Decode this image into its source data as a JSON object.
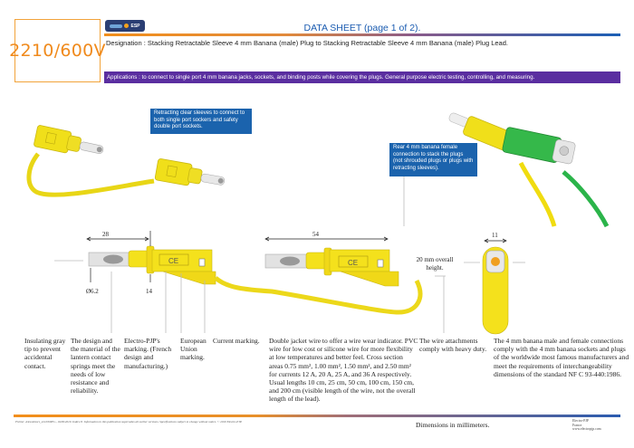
{
  "header": {
    "model": "2210/600V",
    "logo_text": "ESP",
    "title": "DATA SHEET (page 1 of 2).",
    "designation": "Designation : Stacking Retractable Sleeve 4 mm Banana (male) Plug to Stacking Retractable Sleeve 4 mm Banana (male) Plug Lead.",
    "applications": "Applications : to connect to single port 4 mm banana jacks, sockets, and binding posts while covering the plugs. General purpose electric testing, controlling, and measuring."
  },
  "callouts": [
    "Retracting clear sleeves to connect to both single port sockers and safety double port sockets.",
    "Rear 4 mm banana female connection to stack the plugs (not shrouded plugs or plugs with retracting sleeves)."
  ],
  "colors": {
    "accent_orange": "#f08a1c",
    "title_blue": "#1a5bb0",
    "apps_purple": "#5a2ea0",
    "callout_blue": "#1b63ad",
    "plug_yellow": "#f2e21a",
    "plug_green": "#2bb44a"
  },
  "dimensions": {
    "plug_tip_length": "28",
    "plug_overall_length": "54",
    "tip_diameter": "Ø6.2",
    "body_width": "14",
    "end_width": "11",
    "overall_height": "20 mm overall height."
  },
  "descriptions": [
    "Insulating gray tip to prevent accidental contact.",
    "The design and the material of the lantern contact springs meet the needs of low resistance and reliability.",
    "Electro-PJP's marking. (French design and manufacturing.)",
    "European Union marking.",
    "Current marking.",
    "Double jacket wire to offer a wire wear indicator. PVC wire for low cost or silicone wire for more flexibility at low temperatures and better feel. Cross section areas 0.75 mm², 1.00 mm², 1.50 mm², and 2.50 mm² for currents 12 A, 20 A, 25 A, and 36 A respectively. Usual lengths 10 cm, 25 cm, 50 cm, 100 cm, 150 cm, and 200 cm (visible length of the wire, not the overall length of the lead).",
    "The wire attachments comply with heavy duty.",
    "The 4 mm banana male and female connections comply with the 4 mm banana sockets and plugs of the worldwide most famous manufacturers and meet the requirements of interchangeability dimensions of the standard NF C 93-440:1986."
  ],
  "footer": {
    "legal": "Fichier «Dessinbors_2210/600V», 16/06/2010. Indice E. Information in this publication supersedes all earlier versions. Specifications subject to change without notice. © 2010 Electro-PJP.",
    "dimensions_note": "Dimensions in millimeters.",
    "company": "Electro-PJP",
    "country": "France",
    "website": "www.electropjp.com"
  }
}
